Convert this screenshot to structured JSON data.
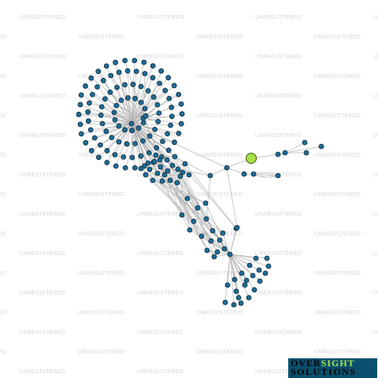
{
  "watermark": {
    "text": "UNREGISTERED"
  },
  "logo": {
    "part1": "OVER",
    "part2": "SIGHT",
    "part3": "SOLUTIONS"
  },
  "colors": {
    "node": "#1f6c96",
    "node_stroke": "#0d2b3d",
    "focus_node": "#a9e04a",
    "edge": "#b4b4b4",
    "watermark": "#d6d6d6",
    "logo_bg": "#0a4f6d"
  }
}
